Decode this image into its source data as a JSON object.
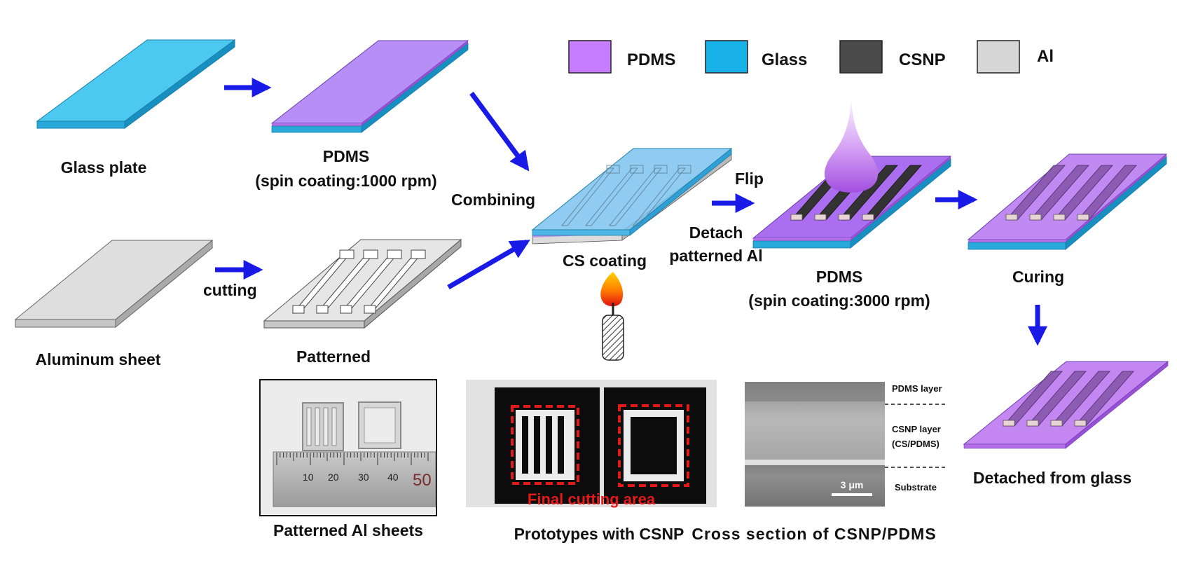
{
  "legend": {
    "pdms": {
      "label": "PDMS",
      "color": "#c77dff"
    },
    "glass": {
      "label": "Glass",
      "color": "#18b1e8"
    },
    "csnp": {
      "label": "CSNP",
      "color": "#4a4a4a"
    },
    "al": {
      "label": "Al",
      "color": "#d6d6d6"
    }
  },
  "labels": {
    "glass_plate": "Glass plate",
    "pdms_1": "PDMS",
    "spin_1000": "(spin coating:1000 rpm)",
    "combining": "Combining",
    "cs_coating": "CS coating",
    "flip": "Flip",
    "detach_1": "Detach",
    "detach_2": "patterned Al",
    "pdms_2": "PDMS",
    "spin_3000": "(spin coating:3000 rpm)",
    "curing": "Curing",
    "aluminum_sheet": "Aluminum sheet",
    "cutting": "cutting",
    "patterned": "Patterned",
    "detached_from_glass": "Detached from glass"
  },
  "photos": {
    "al_sheets": {
      "caption": "Patterned Al sheets",
      "ruler_ticks": [
        "10",
        "20",
        "30",
        "40",
        "50"
      ]
    },
    "prototypes": {
      "caption": "Prototypes with CSNP",
      "annotation": "Final cutting area"
    },
    "cross_section": {
      "caption": "Cross section of CSNP/PDMS",
      "layer_pdms": "PDMS layer",
      "layer_csnp_1": "CSNP layer",
      "layer_csnp_2": "(CS/PDMS)",
      "layer_substrate": "Substrate",
      "scale_bar": "3 μm"
    }
  }
}
